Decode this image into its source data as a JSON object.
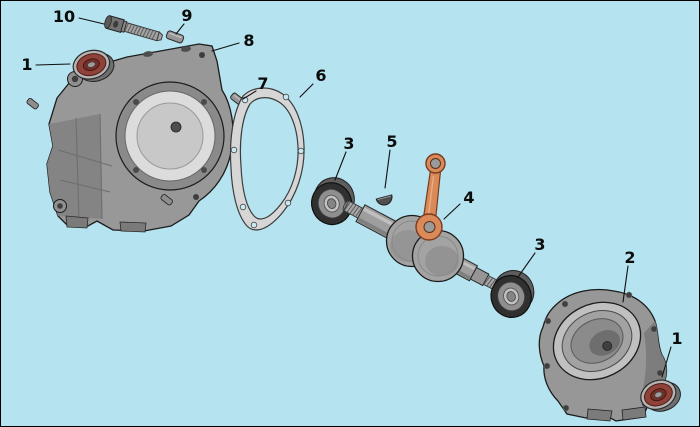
{
  "diagram": {
    "background_color": "#b5e3ef",
    "callouts": [
      {
        "label": "10",
        "part": "socket-head-bolt"
      },
      {
        "label": "9",
        "part": "dowel-pin"
      },
      {
        "label": "8",
        "part": "crankcase-half-left"
      },
      {
        "label": "1",
        "part": "oil-seal"
      },
      {
        "label": "7",
        "part": "dowel-pin"
      },
      {
        "label": "6",
        "part": "gasket"
      },
      {
        "label": "3",
        "part": "ball-bearing"
      },
      {
        "label": "5",
        "part": "woodruff-key"
      },
      {
        "label": "4",
        "part": "crankshaft-with-connecting-rod"
      },
      {
        "label": "3",
        "part": "ball-bearing"
      },
      {
        "label": "2",
        "part": "crankcase-half-right"
      },
      {
        "label": "1",
        "part": "oil-seal"
      }
    ],
    "colors": {
      "background": "#b5e3ef",
      "housing": "#989898",
      "rod_orange": "#d98a58",
      "seal_red": "#8e4238",
      "bearing_dark": "#303030",
      "outline": "#1c1c1c"
    }
  }
}
